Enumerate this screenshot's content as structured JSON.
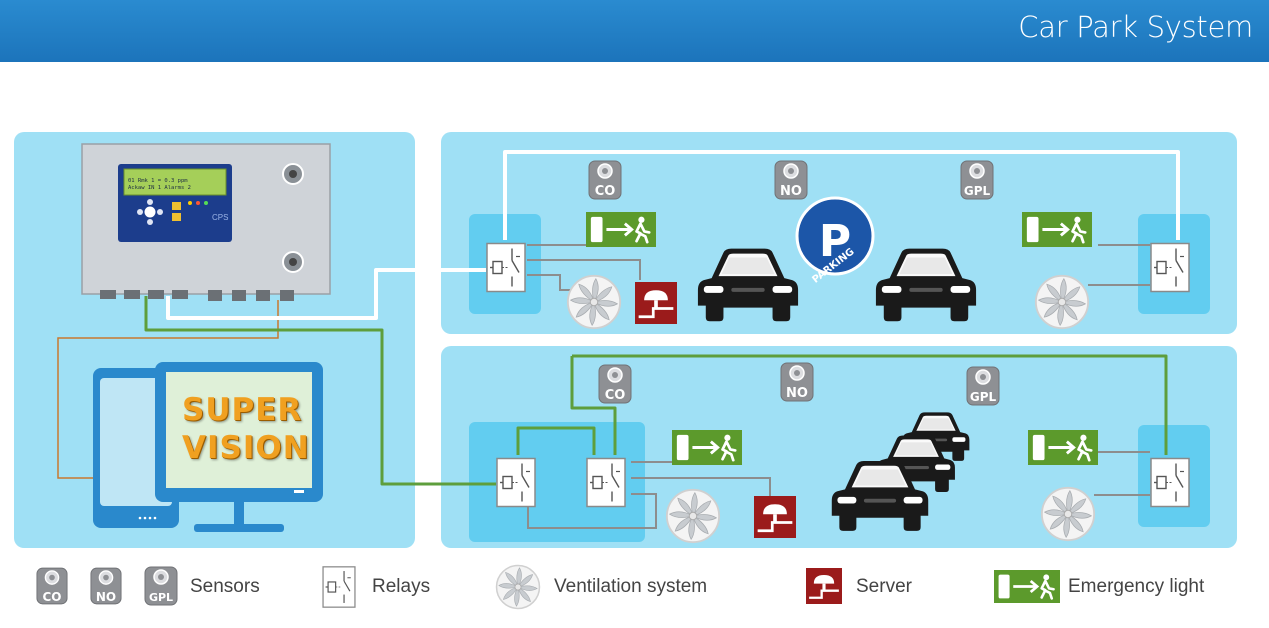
{
  "header": {
    "title": "Car Park System"
  },
  "controller": {
    "lcd_lines": [
      "",
      "01 Rmk 1 = 0.3 ppm",
      "Ackaw IN 1 Alarms 2"
    ],
    "brand": "CPS",
    "colors": {
      "body": "#c9cdd2",
      "lcd": "#a5cf59",
      "keypad": "#1c3d8c"
    }
  },
  "supervision": {
    "line1": "SUPER",
    "line2": "VISION"
  },
  "parking_sign": {
    "letter": "P",
    "word": "PARKING"
  },
  "sensors": {
    "top": [
      {
        "label": "CO"
      },
      {
        "label": "NO"
      },
      {
        "label": "GPL"
      }
    ],
    "bottom": [
      {
        "label": "CO"
      },
      {
        "label": "NO"
      },
      {
        "label": "GPL"
      }
    ]
  },
  "legend": [
    {
      "icon": "sensor-icon",
      "labels": [
        "CO",
        "NO",
        "GPL"
      ],
      "text": "Sensors"
    },
    {
      "icon": "relay-icon",
      "text": "Relays"
    },
    {
      "icon": "fan-icon",
      "text": "Ventilation system"
    },
    {
      "icon": "server-icon",
      "text": "Server"
    },
    {
      "icon": "emergency-light-icon",
      "text": "Emergency light"
    }
  ],
  "colors": {
    "header": "#1c74bb",
    "panel": "#9fe0f5",
    "panel_inner": "#62cdf0",
    "wire_top": "#ffffff",
    "wire_bottom": "#5e9e3c",
    "wire_supervision": "#c9782f",
    "server": "#9b1b1b",
    "emergency": "#5c9a2c",
    "car": "#1a1a1a"
  }
}
